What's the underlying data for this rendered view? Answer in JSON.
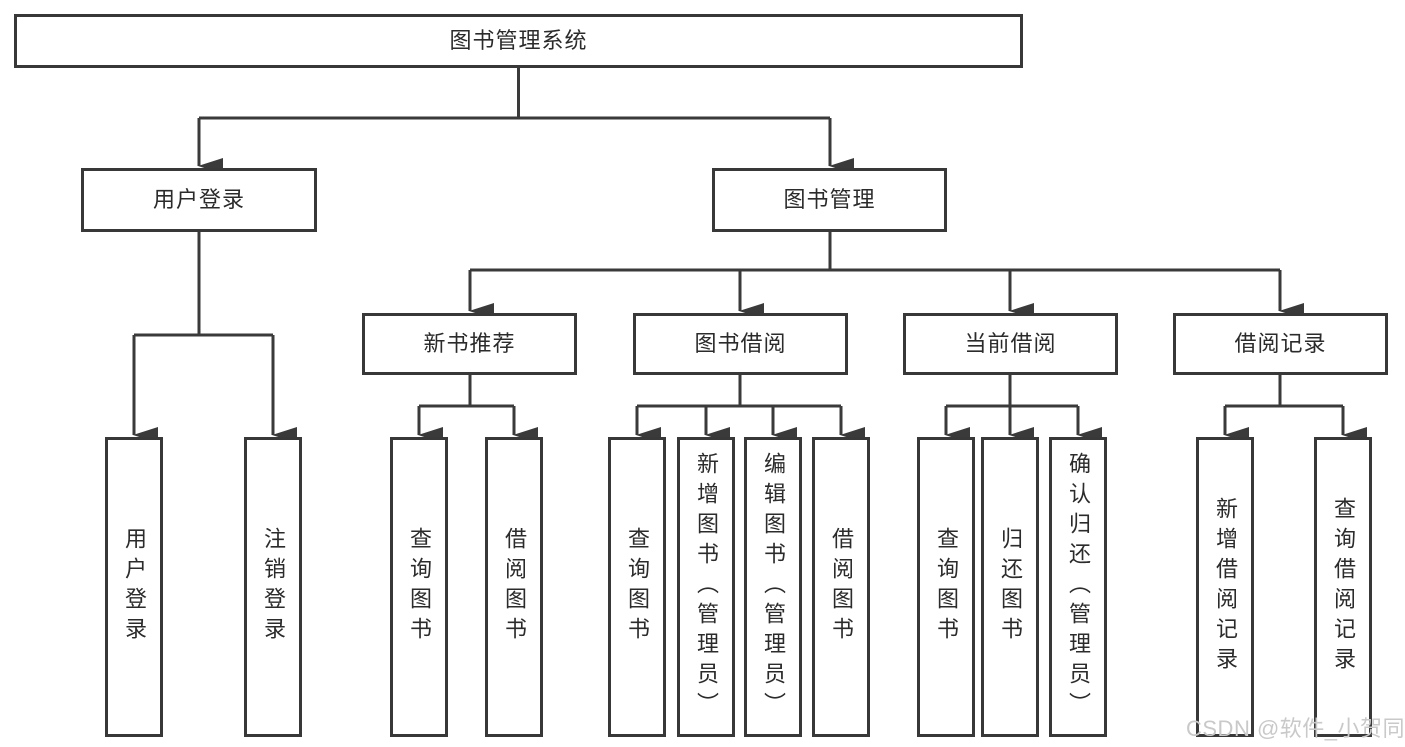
{
  "tree": {
    "label": "图书管理系统",
    "children": [
      {
        "label": "用户登录",
        "children": [
          {
            "label": "用户登录"
          },
          {
            "label": "注销登录"
          }
        ]
      },
      {
        "label": "图书管理",
        "children": [
          {
            "label": "新书推荐",
            "children": [
              {
                "label": "查询图书"
              },
              {
                "label": "借阅图书"
              }
            ]
          },
          {
            "label": "图书借阅",
            "children": [
              {
                "label": "查询图书"
              },
              {
                "label": "新增图书（管理员）"
              },
              {
                "label": "编辑图书（管理员）"
              },
              {
                "label": "借阅图书"
              }
            ]
          },
          {
            "label": "当前借阅",
            "children": [
              {
                "label": "查询图书"
              },
              {
                "label": "归还图书"
              },
              {
                "label": "确认归还（管理员）"
              }
            ]
          },
          {
            "label": "借阅记录",
            "children": [
              {
                "label": "新增借阅记录"
              },
              {
                "label": "查询借阅记录"
              }
            ]
          }
        ]
      }
    ]
  },
  "watermark": "CSDN @软件_小贺同学",
  "colors": {
    "line": "#3a3a3a",
    "text": "#2b2b2b",
    "watermark": "#c9c9c9",
    "background": "#ffffff"
  }
}
